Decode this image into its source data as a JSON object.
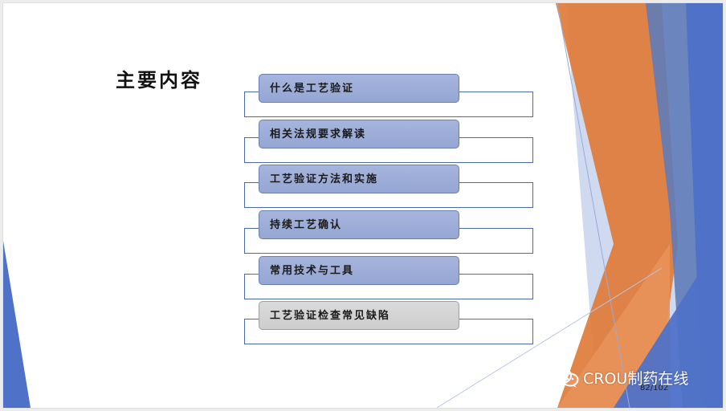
{
  "slide": {
    "title": "主要内容",
    "items": [
      {
        "label": "什么是工艺验证"
      },
      {
        "label": "相关法规要求解读"
      },
      {
        "label": "工艺验证方法和实施"
      },
      {
        "label": "持续工艺确认"
      },
      {
        "label": "常用技术与工具"
      },
      {
        "label": "工艺验证检查常见缺陷"
      }
    ],
    "page_number": "82/102"
  },
  "watermark": {
    "text": "CROU制药在线",
    "icon": "wechat-icon"
  },
  "colors": {
    "accent_blue": "#4f72c8",
    "accent_orange": "#e07b3a",
    "item_fill": "#9aaad6",
    "item_last_fill": "#d3d3d3"
  }
}
